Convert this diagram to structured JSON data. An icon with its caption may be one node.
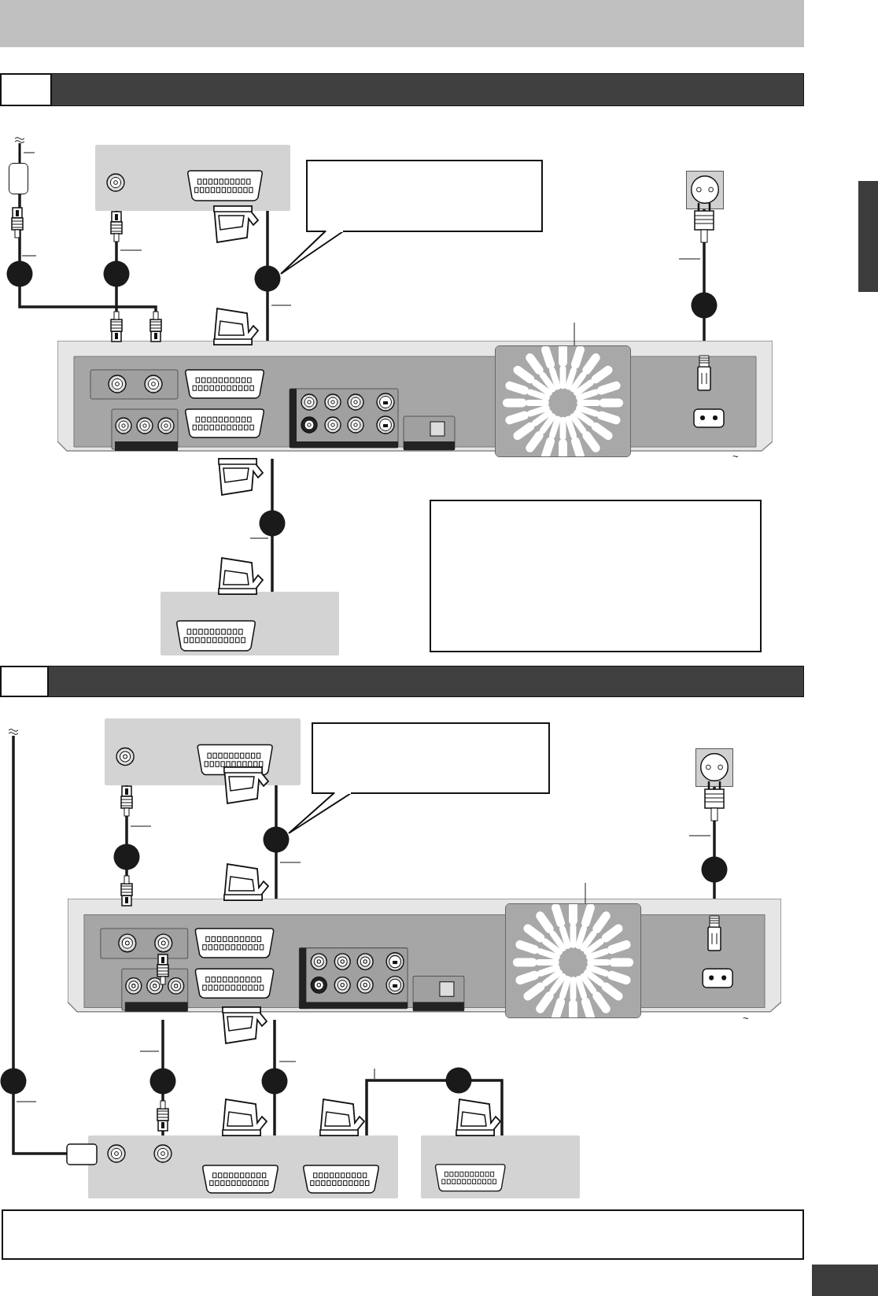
{
  "diagram": {
    "nodes": [
      {
        "text": [],
        "shape": "box"
      },
      {
        "text": [],
        "shape": "box"
      },
      {
        "text": [],
        "shape": "box",
        "beside": [
          "~"
        ]
      },
      {
        "text": [],
        "shape": "box"
      },
      {
        "text": [],
        "shape": "box"
      },
      {
        "text": [],
        "shape": "box"
      },
      {
        "text": [],
        "shape": "box",
        "beside": [
          "~"
        ]
      },
      {
        "text": [],
        "shape": "box"
      },
      {
        "text": [],
        "shape": "box"
      },
      {
        "text": [],
        "shape": "box"
      },
      {
        "text": [],
        "shape": "box",
        "in": 2
      },
      {
        "text": [],
        "shape": "box",
        "in": 6
      },
      {
        "text": [],
        "shape": "box"
      },
      {
        "text": [],
        "shape": "box"
      },
      {
        "text": [],
        "shape": "box"
      },
      {
        "text": [],
        "shape": "box"
      }
    ],
    "edges": [
      {
        "from": 0,
        "to": 2,
        "arrow": "none"
      },
      {
        "from": 1,
        "to": 2,
        "arrow": "none"
      },
      {
        "from": 1,
        "to": 2,
        "arrow": "none"
      },
      {
        "from": 3,
        "to": 2,
        "arrow": "none"
      },
      {
        "from": 2,
        "to": 4,
        "arrow": "none"
      },
      {
        "from": 5,
        "to": 6,
        "arrow": "none"
      },
      {
        "from": 5,
        "to": 6,
        "arrow": "none"
      },
      {
        "from": 7,
        "to": 6,
        "arrow": "none"
      },
      {
        "from": null,
        "to": 8,
        "arrow": "none"
      },
      {
        "from": 6,
        "to": 8,
        "arrow": "none"
      },
      {
        "from": 6,
        "to": 8,
        "arrow": "none"
      },
      {
        "from": 8,
        "to": 9,
        "arrow": "none"
      },
      {
        "from": null,
        "to": 10,
        "arrow": "none"
      },
      {
        "from": null,
        "to": 11,
        "arrow": "none"
      }
    ]
  }
}
